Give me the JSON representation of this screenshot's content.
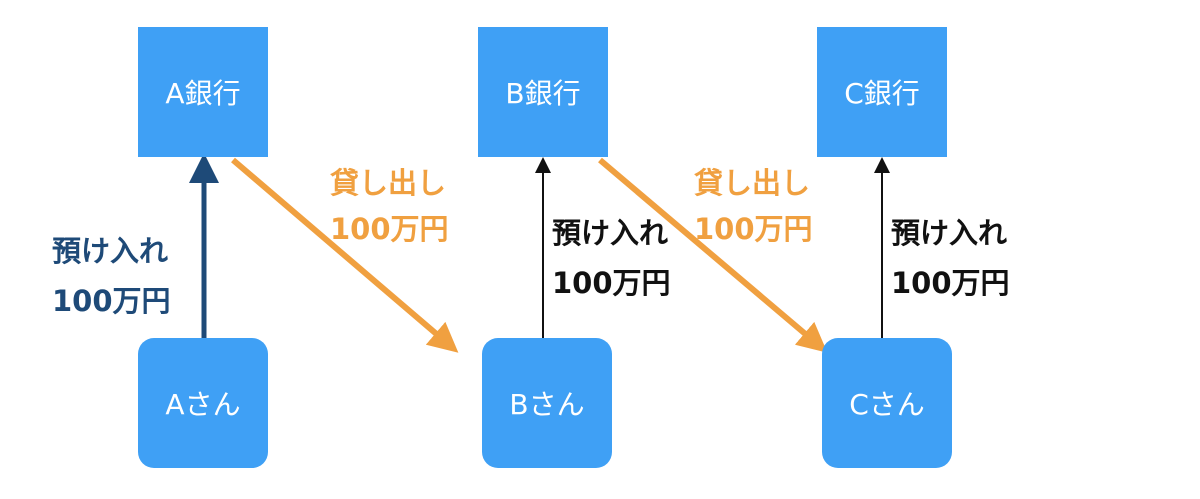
{
  "banks": [
    {
      "label": "A銀行"
    },
    {
      "label": "B銀行"
    },
    {
      "label": "C銀行"
    }
  ],
  "persons": [
    {
      "label": "Aさん"
    },
    {
      "label": "Bさん"
    },
    {
      "label": "Cさん"
    }
  ],
  "deposits": [
    {
      "line1": "預け入れ",
      "line2": "100万円"
    },
    {
      "line1": "預け入れ",
      "line2": "100万円"
    },
    {
      "line1": "預け入れ",
      "line2": "100万円"
    }
  ],
  "loans": [
    {
      "line1": "貸し出し",
      "line2": "100万円"
    },
    {
      "line1": "貸し出し",
      "line2": "100万円"
    }
  ],
  "colors": {
    "node": "#3fa0f5",
    "deposit_first": "#1e4a78",
    "loan": "#f0a040",
    "deposit_other": "#111111"
  }
}
